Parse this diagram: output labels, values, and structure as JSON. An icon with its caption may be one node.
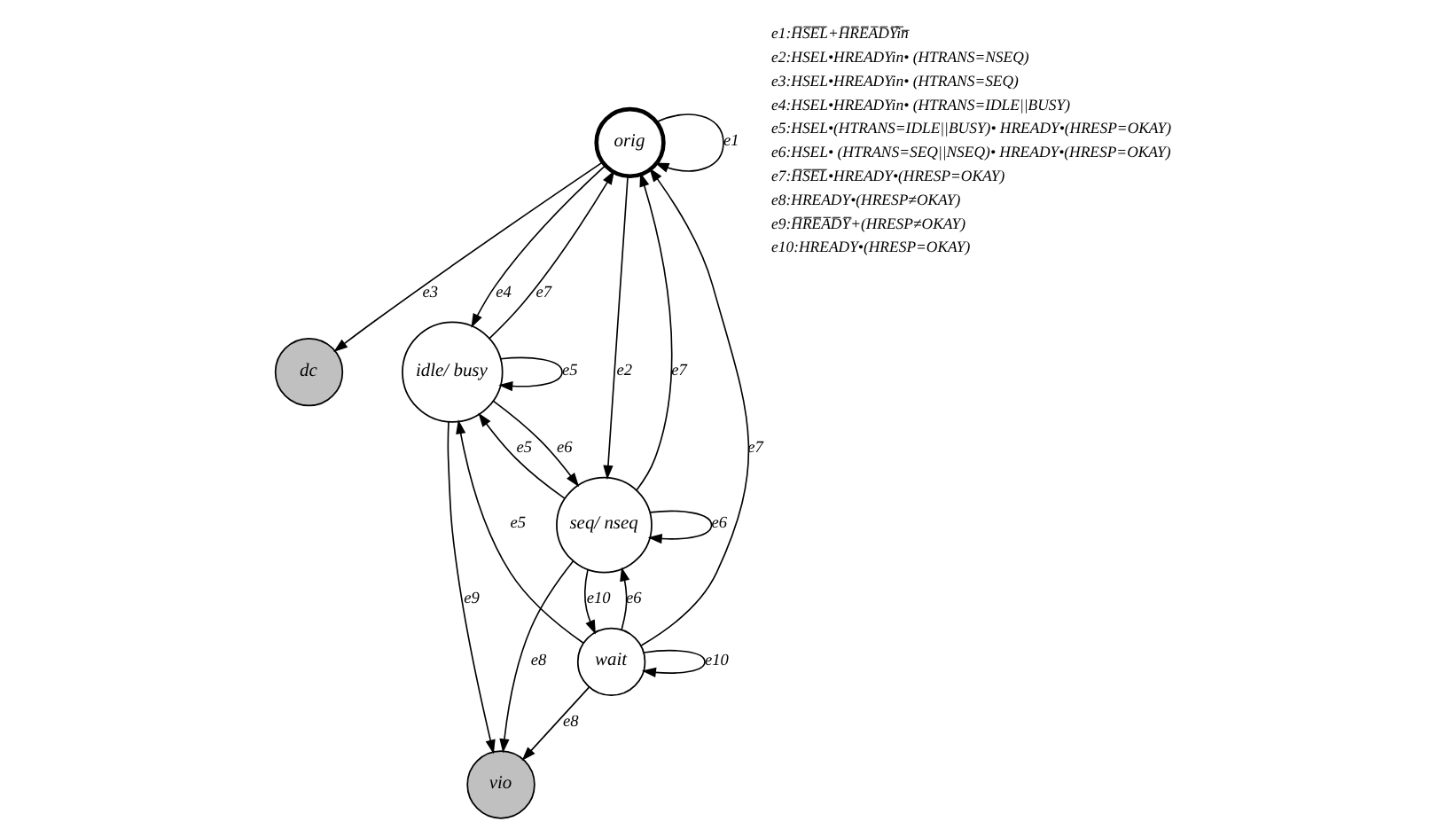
{
  "diagram": {
    "nodes": [
      {
        "text": [
          "dc"
        ]
      },
      {
        "text": [
          "orig"
        ]
      },
      {
        "text": [
          "idle/ busy"
        ]
      },
      {
        "text": [
          "seq/ nseq"
        ]
      },
      {
        "text": [
          "vio"
        ]
      },
      {
        "text": [
          "wait"
        ]
      }
    ],
    "edges": [
      {
        "from": 1,
        "to": 1,
        "arrow": "to",
        "label": "e1"
      },
      {
        "from": 1,
        "to": 0,
        "arrow": "to",
        "label": "e3"
      },
      {
        "from": 5,
        "to": 1,
        "arrow": "to",
        "label": "e7"
      },
      {
        "from": 1,
        "to": 3,
        "arrow": "to",
        "label": "e2"
      },
      {
        "from": 1,
        "to": 2,
        "arrow": "to",
        "label": "e4"
      },
      {
        "from": 2,
        "to": 1,
        "arrow": "to",
        "label": "e7"
      },
      {
        "from": 3,
        "to": 1,
        "arrow": "to",
        "label": "e7"
      },
      {
        "from": 3,
        "to": 2,
        "arrow": "to",
        "label": "e5"
      },
      {
        "from": 2,
        "to": 2,
        "arrow": "to",
        "label": "e5"
      },
      {
        "from": 2,
        "to": 3,
        "arrow": "to",
        "label": "e6"
      },
      {
        "from": 3,
        "to": 3,
        "arrow": "to",
        "label": "e6"
      },
      {
        "from": 2,
        "to": 4,
        "arrow": "to",
        "label": "e9"
      },
      {
        "from": 3,
        "to": 4,
        "arrow": "to",
        "label": "e8"
      },
      {
        "from": 5,
        "to": 3,
        "arrow": "to",
        "label": "e6"
      },
      {
        "from": 3,
        "to": 5,
        "arrow": "to",
        "label": "e10"
      },
      {
        "from": 5,
        "to": 4,
        "arrow": "to",
        "label": "e8"
      },
      {
        "from": 5,
        "to": 2,
        "arrow": "to",
        "label": "e5"
      },
      {
        "from": 5,
        "to": 5,
        "arrow": "to",
        "label": "e10"
      }
    ],
    "labels": [
      "e1:H̅S̅E̅L̅+H̅R̅E̅A̅D̅Y̅i̅n̅",
      "e2:HSEL•HREADYin• (HTRANS=NSEQ)",
      "e3:HSEL•HREADYin• (HTRANS=SEQ)",
      "e4:HSEL•HREADYin• (HTRANS=IDLE||BUSY)",
      "e5:HSEL•(HTRANS=IDLE||BUSY)• HREADY•(HRESP=OKAY)",
      "e6:HSEL• (HTRANS=SEQ||NSEQ)• HREADY•(HRESP=OKAY)",
      "e7:H̅S̅E̅L̅•HREADY•(HRESP=OKAY)",
      "e8:HREADY•(HRESP≠OKAY)",
      "e9:H̅R̅E̅A̅D̅Y̅+(HRESP≠OKAY)",
      "e10:HREADY•(HRESP=OKAY)"
    ]
  }
}
